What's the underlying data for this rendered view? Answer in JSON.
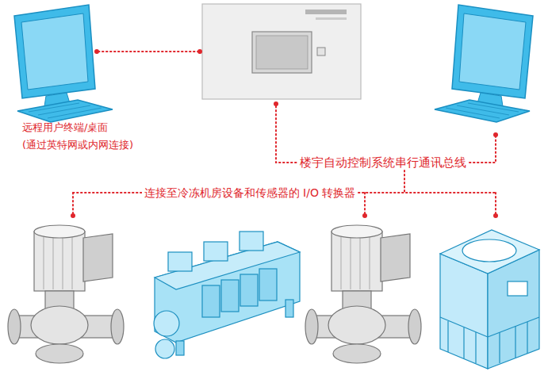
{
  "diagram": {
    "nodes": [
      {
        "text": [
          "远程用户终端/桌面",
          "(通过英特网或内网连接)"
        ]
      }
    ],
    "labels": [
      "楼宇自动控制系统串行通讯总线",
      "连接至冷冻机房设备和传感器的 I/O 转换器"
    ]
  }
}
